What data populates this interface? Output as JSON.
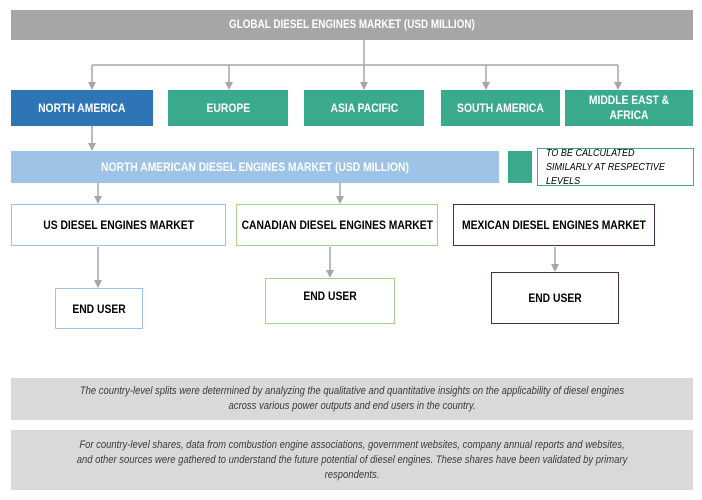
{
  "title": "GLOBAL DIESEL ENGINES MARKET (USD MILLION)",
  "regions": [
    "NORTH AMERICA",
    "EUROPE",
    "ASIA PACIFIC",
    "SOUTH AMERICA",
    "MIDDLE EAST & AFRICA"
  ],
  "north_america_market": "NORTH AMERICAN DIESEL ENGINES MARKET (USD MILLION)",
  "calc_note": "TO BE CALCULATED SIMILARLY AT RESPECTIVE LEVELS",
  "countries": [
    {
      "label": "US DIESEL ENGINES MARKET",
      "end_user": "END USER",
      "color": "#9dc3e6"
    },
    {
      "label": "CANADIAN DIESEL ENGINES MARKET",
      "end_user": "END USER",
      "color": "#a9d18e"
    },
    {
      "label": "MEXICAN DIESEL ENGINES MARKET",
      "end_user": "END USER",
      "color": "#4b2d4f"
    }
  ],
  "notes": [
    "The country-level splits were determined by analyzing the qualitative and quantitative insights on the applicability of  diesel engines across various power outputs and end users in the country.",
    "For country-level shares, data from combustion engine associations, government websites, company annual reports and websites, and other sources were gathered to understand the future potential of  diesel engines. These shares have been validated by primary respondents."
  ],
  "colors": {
    "north_america": "#2e75b6",
    "region": "#3aaa8c",
    "title_bar": "#a6a6a6",
    "na_bar": "#9dc3e6",
    "note_bg": "#d9d9d9",
    "arrow": "#a6a6a6"
  }
}
